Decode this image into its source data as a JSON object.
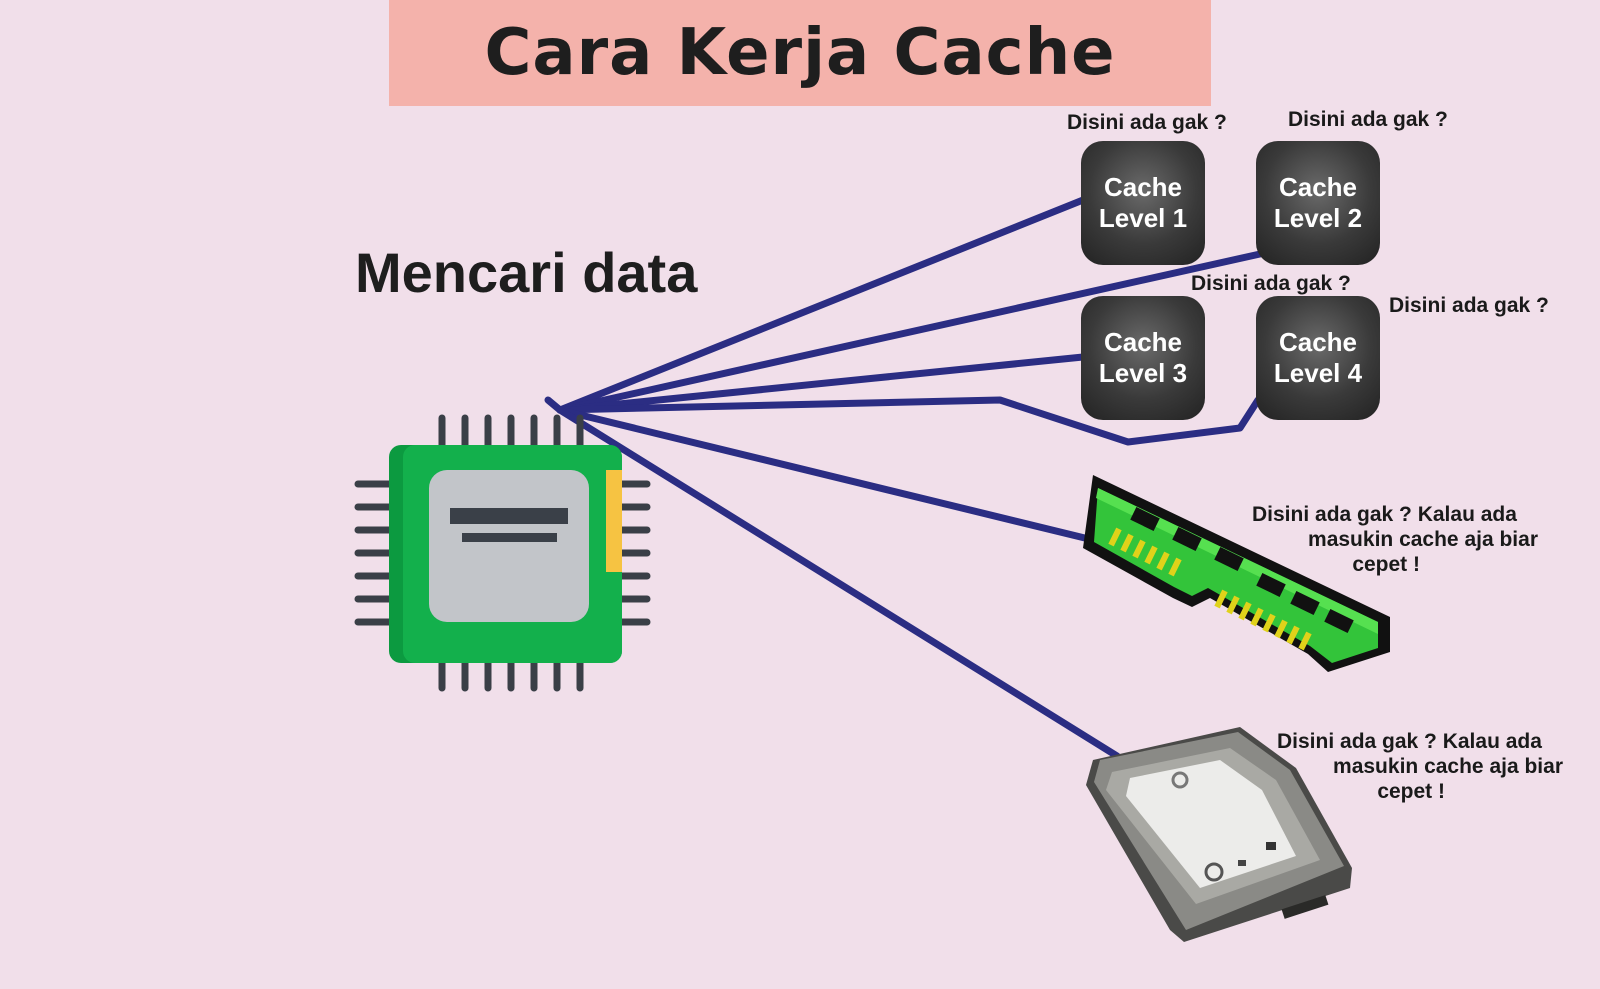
{
  "title": "Cara Kerja Cache",
  "subtitle": "Mencari data",
  "caches": [
    {
      "line1": "Cache",
      "line2": "Level 1",
      "question": "Disini ada gak ?"
    },
    {
      "line1": "Cache",
      "line2": "Level 2",
      "question": "Disini ada gak ?"
    },
    {
      "line1": "Cache",
      "line2": "Level 3",
      "question": "Disini ada gak ?"
    },
    {
      "line1": "Cache",
      "line2": "Level 4",
      "question": "Disini ada gak ?"
    }
  ],
  "ram": {
    "lines": [
      "Disini ada gak ? Kalau ada",
      "masukin cache aja biar",
      "cepet !"
    ]
  },
  "hdd": {
    "lines": [
      "Disini ada gak ? Kalau ada",
      "masukin cache aja biar",
      "cepet !"
    ]
  },
  "colors": {
    "background": "#f1dfea",
    "title_bar": "#f4b2ab",
    "connector": "#2b2d83",
    "chip_green": "#0fae4b",
    "ram_green": "#3fd13a"
  },
  "icons": [
    "cpu-chip-icon",
    "ram-module-icon",
    "hard-drive-icon"
  ]
}
